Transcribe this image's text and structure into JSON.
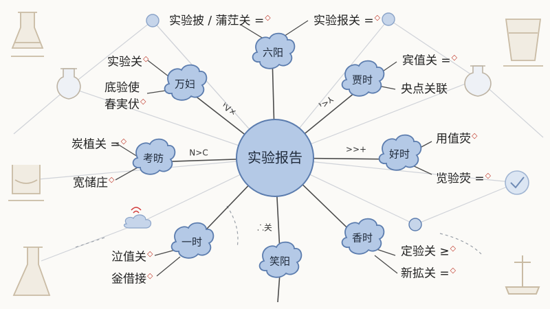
{
  "center": {
    "label": "实验报告"
  },
  "nodes": [
    {
      "label": "六阳"
    },
    {
      "label": "贾时"
    },
    {
      "label": "好时"
    },
    {
      "label": "香时"
    },
    {
      "label": "笑阳"
    },
    {
      "label": "一时"
    },
    {
      "label": "考昉"
    },
    {
      "label": "万妇"
    }
  ],
  "edge_labels": [
    "ᅡV×",
    "ᅡ>⅄",
    ">>+",
    "N>C",
    "⸫关"
  ],
  "leaves": [
    "实验披 / 蒲茳关 =",
    "实验报关 =",
    "实验关",
    "底验使",
    "春実伏",
    "宾值关 =",
    "央点关联",
    "用值荧",
    "览验荧 =",
    "定验关 ≥",
    "新拡关 =",
    "泣值关",
    "釡借接",
    "炭植关 =",
    "宽储庄"
  ],
  "colors": {
    "node_fill": "#b4c9e6",
    "node_stroke": "#5b7cae",
    "line": "#4a4a4a",
    "faint_line": "#c9ccd2",
    "accent": "#d23b3b",
    "sketch": "#c9bba4"
  }
}
